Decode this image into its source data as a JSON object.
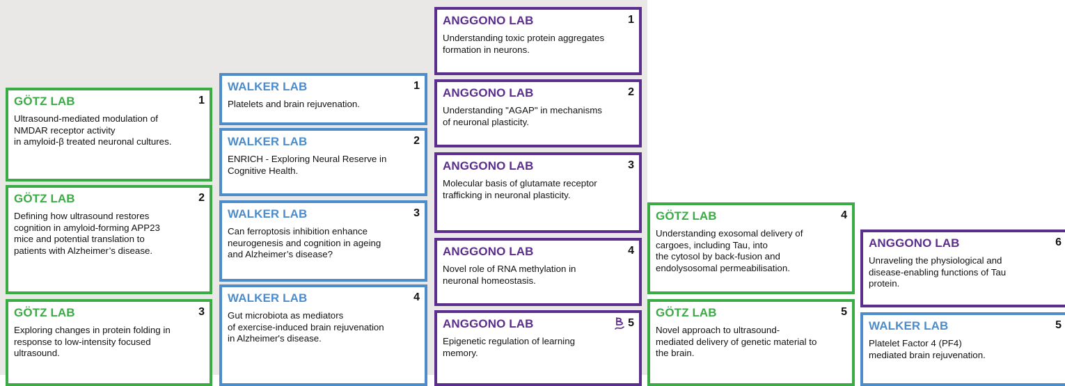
{
  "cards": [
    {
      "lab": "GÖTZ LAB",
      "num": "1",
      "desc": "Ultrasound-mediated modulation of\nNMDAR receptor activity\nin amyloid-β treated neuronal cultures."
    },
    {
      "lab": "GÖTZ LAB",
      "num": "2",
      "desc": "Defining how ultrasound restores\ncognition in amyloid-forming APP23\nmice and potential translation to\npatients with Alzheimer’s disease."
    },
    {
      "lab": "GÖTZ LAB",
      "num": "3",
      "desc": "Exploring changes in protein folding in\nresponse to low-intensity focused\nultrasound."
    },
    {
      "lab": "WALKER LAB",
      "num": "1",
      "desc": "Platelets and brain rejuvenation."
    },
    {
      "lab": "WALKER LAB",
      "num": "2",
      "desc": "ENRICH - Exploring Neural Reserve in\nCognitive Health."
    },
    {
      "lab": "WALKER LAB",
      "num": "3",
      "desc": "Can ferroptosis inhibition enhance\nneurogenesis and cognition in ageing\nand Alzheimer’s disease?"
    },
    {
      "lab": "WALKER LAB",
      "num": "4",
      "desc": "Gut microbiota as mediators\nof exercise-induced brain rejuvenation\nin Alzheimer's disease."
    },
    {
      "lab": "ANGGONO LAB",
      "num": "1",
      "desc": "Understanding toxic protein aggregates\nformation in neurons."
    },
    {
      "lab": "ANGGONO LAB",
      "num": "2",
      "desc": "Understanding \"AGAP\" in mechanisms\nof neuronal plasticity."
    },
    {
      "lab": "ANGGONO LAB",
      "num": "3",
      "desc": "Molecular basis of glutamate receptor\ntrafficking in neuronal plasticity."
    },
    {
      "lab": "ANGGONO LAB",
      "num": "4",
      "desc": "Novel role of RNA methylation in\nneuronal homeostasis."
    },
    {
      "lab": "ANGGONO LAB",
      "num": "5",
      "desc": "Epigenetic regulation of learning\nmemory."
    },
    {
      "lab": "GÖTZ LAB",
      "num": "4",
      "desc": "Understanding exosomal delivery of\ncargoes, including Tau, into\nthe cytosol by back-fusion and\nendolysosomal permeabilisation."
    },
    {
      "lab": "GÖTZ LAB",
      "num": "5",
      "desc": "Novel approach to ultrasound-\nmediated delivery of genetic material to\nthe brain."
    },
    {
      "lab": "ANGGONO LAB",
      "num": "6",
      "desc": "Unraveling the physiological and\ndisease-enabling functions of Tau\nprotein."
    },
    {
      "lab": "WALKER LAB",
      "num": "5",
      "desc": "Platelet Factor 4 (PF4)\nmediated brain rejuvenation."
    }
  ],
  "colors": {
    "green": "#3bab45",
    "blue": "#4d8ccb",
    "purple": "#5b2d8c",
    "background": "#e9e8e7"
  },
  "icons": {
    "anggono_5_marker": "pointer-hand-icon"
  }
}
